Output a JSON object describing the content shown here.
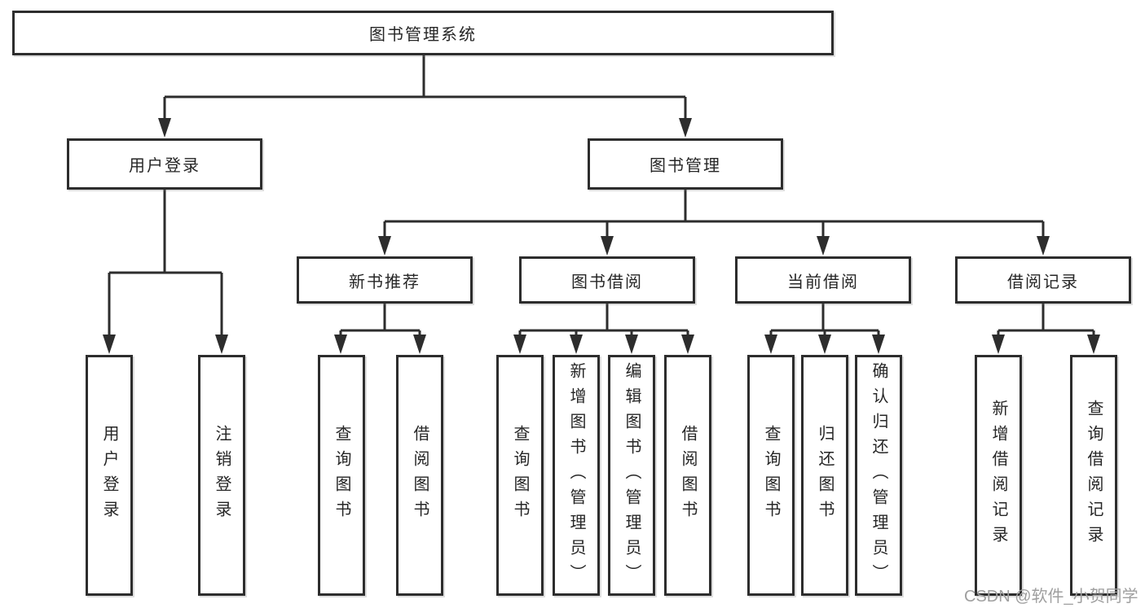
{
  "tree": {
    "label": "图书管理系统",
    "children": [
      {
        "label": "用户登录",
        "children": [
          {
            "label": "用户登录"
          },
          {
            "label": "注销登录"
          }
        ]
      },
      {
        "label": "图书管理",
        "children": [
          {
            "label": "新书推荐",
            "children": [
              {
                "label": "查询图书"
              },
              {
                "label": "借阅图书"
              }
            ]
          },
          {
            "label": "图书借阅",
            "children": [
              {
                "label": "查询图书"
              },
              {
                "label": "新增图书（管理员）"
              },
              {
                "label": "编辑图书（管理员）"
              },
              {
                "label": "借阅图书"
              }
            ]
          },
          {
            "label": "当前借阅",
            "children": [
              {
                "label": "查询图书"
              },
              {
                "label": "归还图书"
              },
              {
                "label": "确认归还（管理员）"
              }
            ]
          },
          {
            "label": "借阅记录",
            "children": [
              {
                "label": "新增借阅记录"
              },
              {
                "label": "查询借阅记录"
              }
            ]
          }
        ]
      }
    ]
  },
  "watermark": "CSDN @软件_小贺同学",
  "colors": {
    "line": "#2d2d2d",
    "text": "#262626",
    "watermark_gray": "#9f9f9f",
    "background": "#ffffff"
  }
}
